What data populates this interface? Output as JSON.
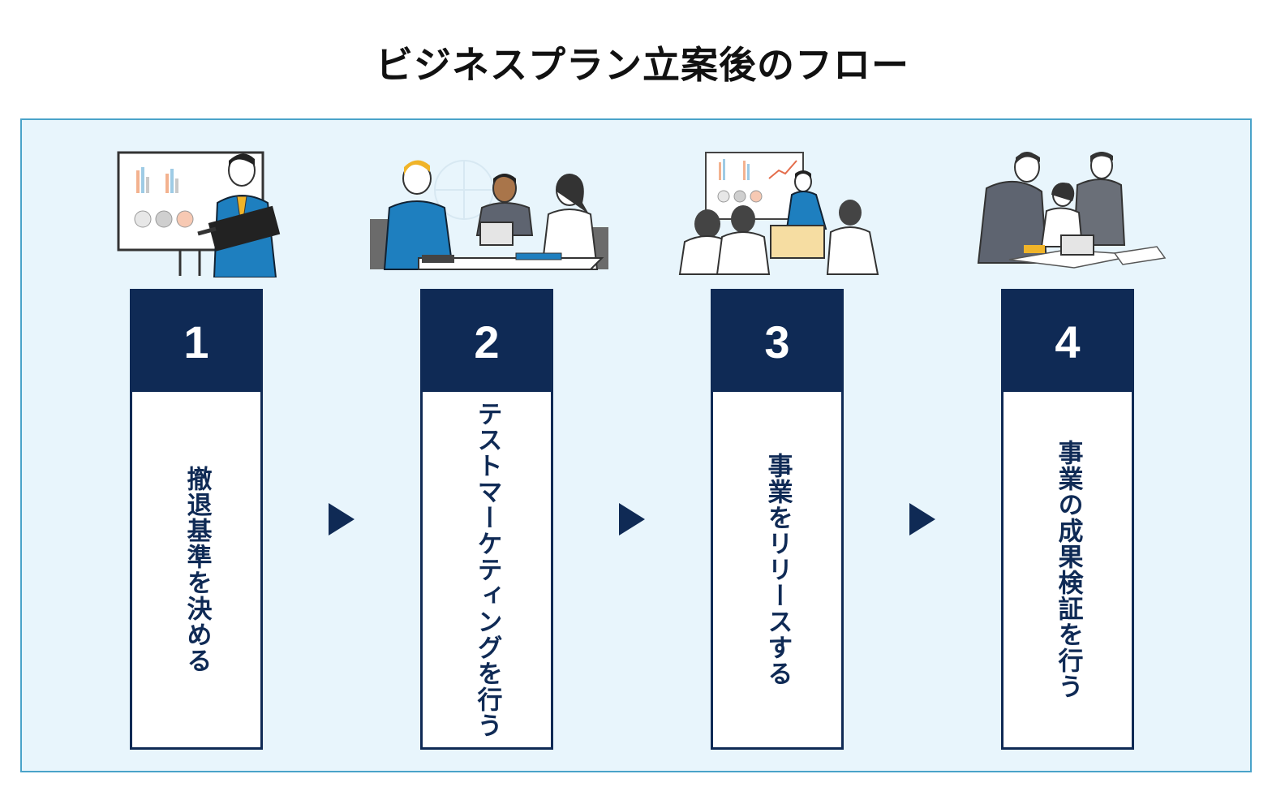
{
  "title": "ビジネスプラン立案後のフロー",
  "steps": [
    {
      "number": "1",
      "label": "撤退基準を決める"
    },
    {
      "number": "2",
      "label": "テストマーケティングを行う"
    },
    {
      "number": "3",
      "label": "事業をリリースする"
    },
    {
      "number": "4",
      "label": "事業の成果検証を行う"
    }
  ],
  "colors": {
    "navy": "#0f2a55",
    "panel_bg": "#e8f5fc",
    "panel_border": "#4aa3c9",
    "suit_blue": "#1e7fbf",
    "tie_yellow": "#f0b429"
  }
}
